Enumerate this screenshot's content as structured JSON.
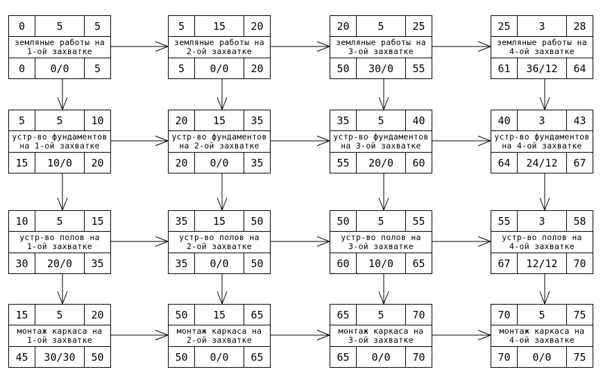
{
  "network": {
    "nodes": [
      {
        "es": "0",
        "dur": "5",
        "ef": "5",
        "name": "земляные работы на\n1-ой захватке",
        "ls": "0",
        "reserve": "0/0",
        "lf": "5"
      },
      {
        "es": "5",
        "dur": "15",
        "ef": "20",
        "name": "земляные работы на\n2-ой захватке",
        "ls": "5",
        "reserve": "0/0",
        "lf": "20"
      },
      {
        "es": "20",
        "dur": "5",
        "ef": "25",
        "name": "земляные работы на\n3-ой захватке",
        "ls": "50",
        "reserve": "30/0",
        "lf": "55"
      },
      {
        "es": "25",
        "dur": "3",
        "ef": "28",
        "name": "земляные работы на\n4-ой захватке",
        "ls": "61",
        "reserve": "36/12",
        "lf": "64"
      },
      {
        "es": "5",
        "dur": "5",
        "ef": "10",
        "name": "устр-во фундаментов\nна 1-ой захватке",
        "ls": "15",
        "reserve": "10/0",
        "lf": "20"
      },
      {
        "es": "20",
        "dur": "15",
        "ef": "35",
        "name": "устр-во фундаментов\nна 2-ой захватке",
        "ls": "20",
        "reserve": "0/0",
        "lf": "35"
      },
      {
        "es": "35",
        "dur": "5",
        "ef": "40",
        "name": "устр-во фундаментов\nна 3-ой захватке",
        "ls": "55",
        "reserve": "20/0",
        "lf": "60"
      },
      {
        "es": "40",
        "dur": "3",
        "ef": "43",
        "name": "устр-во фундаментов\nна 4-ой захватке",
        "ls": "64",
        "reserve": "24/12",
        "lf": "67"
      },
      {
        "es": "10",
        "dur": "5",
        "ef": "15",
        "name": "устр-во полов на\n1-ой захватке",
        "ls": "30",
        "reserve": "20/0",
        "lf": "35"
      },
      {
        "es": "35",
        "dur": "15",
        "ef": "50",
        "name": "устр-во полов на\n2-ой захватке",
        "ls": "35",
        "reserve": "0/0",
        "lf": "50"
      },
      {
        "es": "50",
        "dur": "5",
        "ef": "55",
        "name": "устр-во полов на\n3-ой захватке",
        "ls": "60",
        "reserve": "10/0",
        "lf": "65"
      },
      {
        "es": "55",
        "dur": "3",
        "ef": "58",
        "name": "устр-во полов на\n4-ой захватке",
        "ls": "67",
        "reserve": "12/12",
        "lf": "70"
      },
      {
        "es": "15",
        "dur": "5",
        "ef": "20",
        "name": "монтаж каркаса на\n1-ой захватке",
        "ls": "45",
        "reserve": "30/30",
        "lf": "50"
      },
      {
        "es": "50",
        "dur": "15",
        "ef": "65",
        "name": "монтаж каркаса на\n2-ой захватке",
        "ls": "50",
        "reserve": "0/0",
        "lf": "65"
      },
      {
        "es": "65",
        "dur": "5",
        "ef": "70",
        "name": "монтаж каркаса на\n3-ой захватке",
        "ls": "65",
        "reserve": "0/0",
        "lf": "70"
      },
      {
        "es": "70",
        "dur": "5",
        "ef": "75",
        "name": "монтаж каркаса на\n4-ой захватке",
        "ls": "70",
        "reserve": "0/0",
        "lf": "75"
      }
    ]
  }
}
